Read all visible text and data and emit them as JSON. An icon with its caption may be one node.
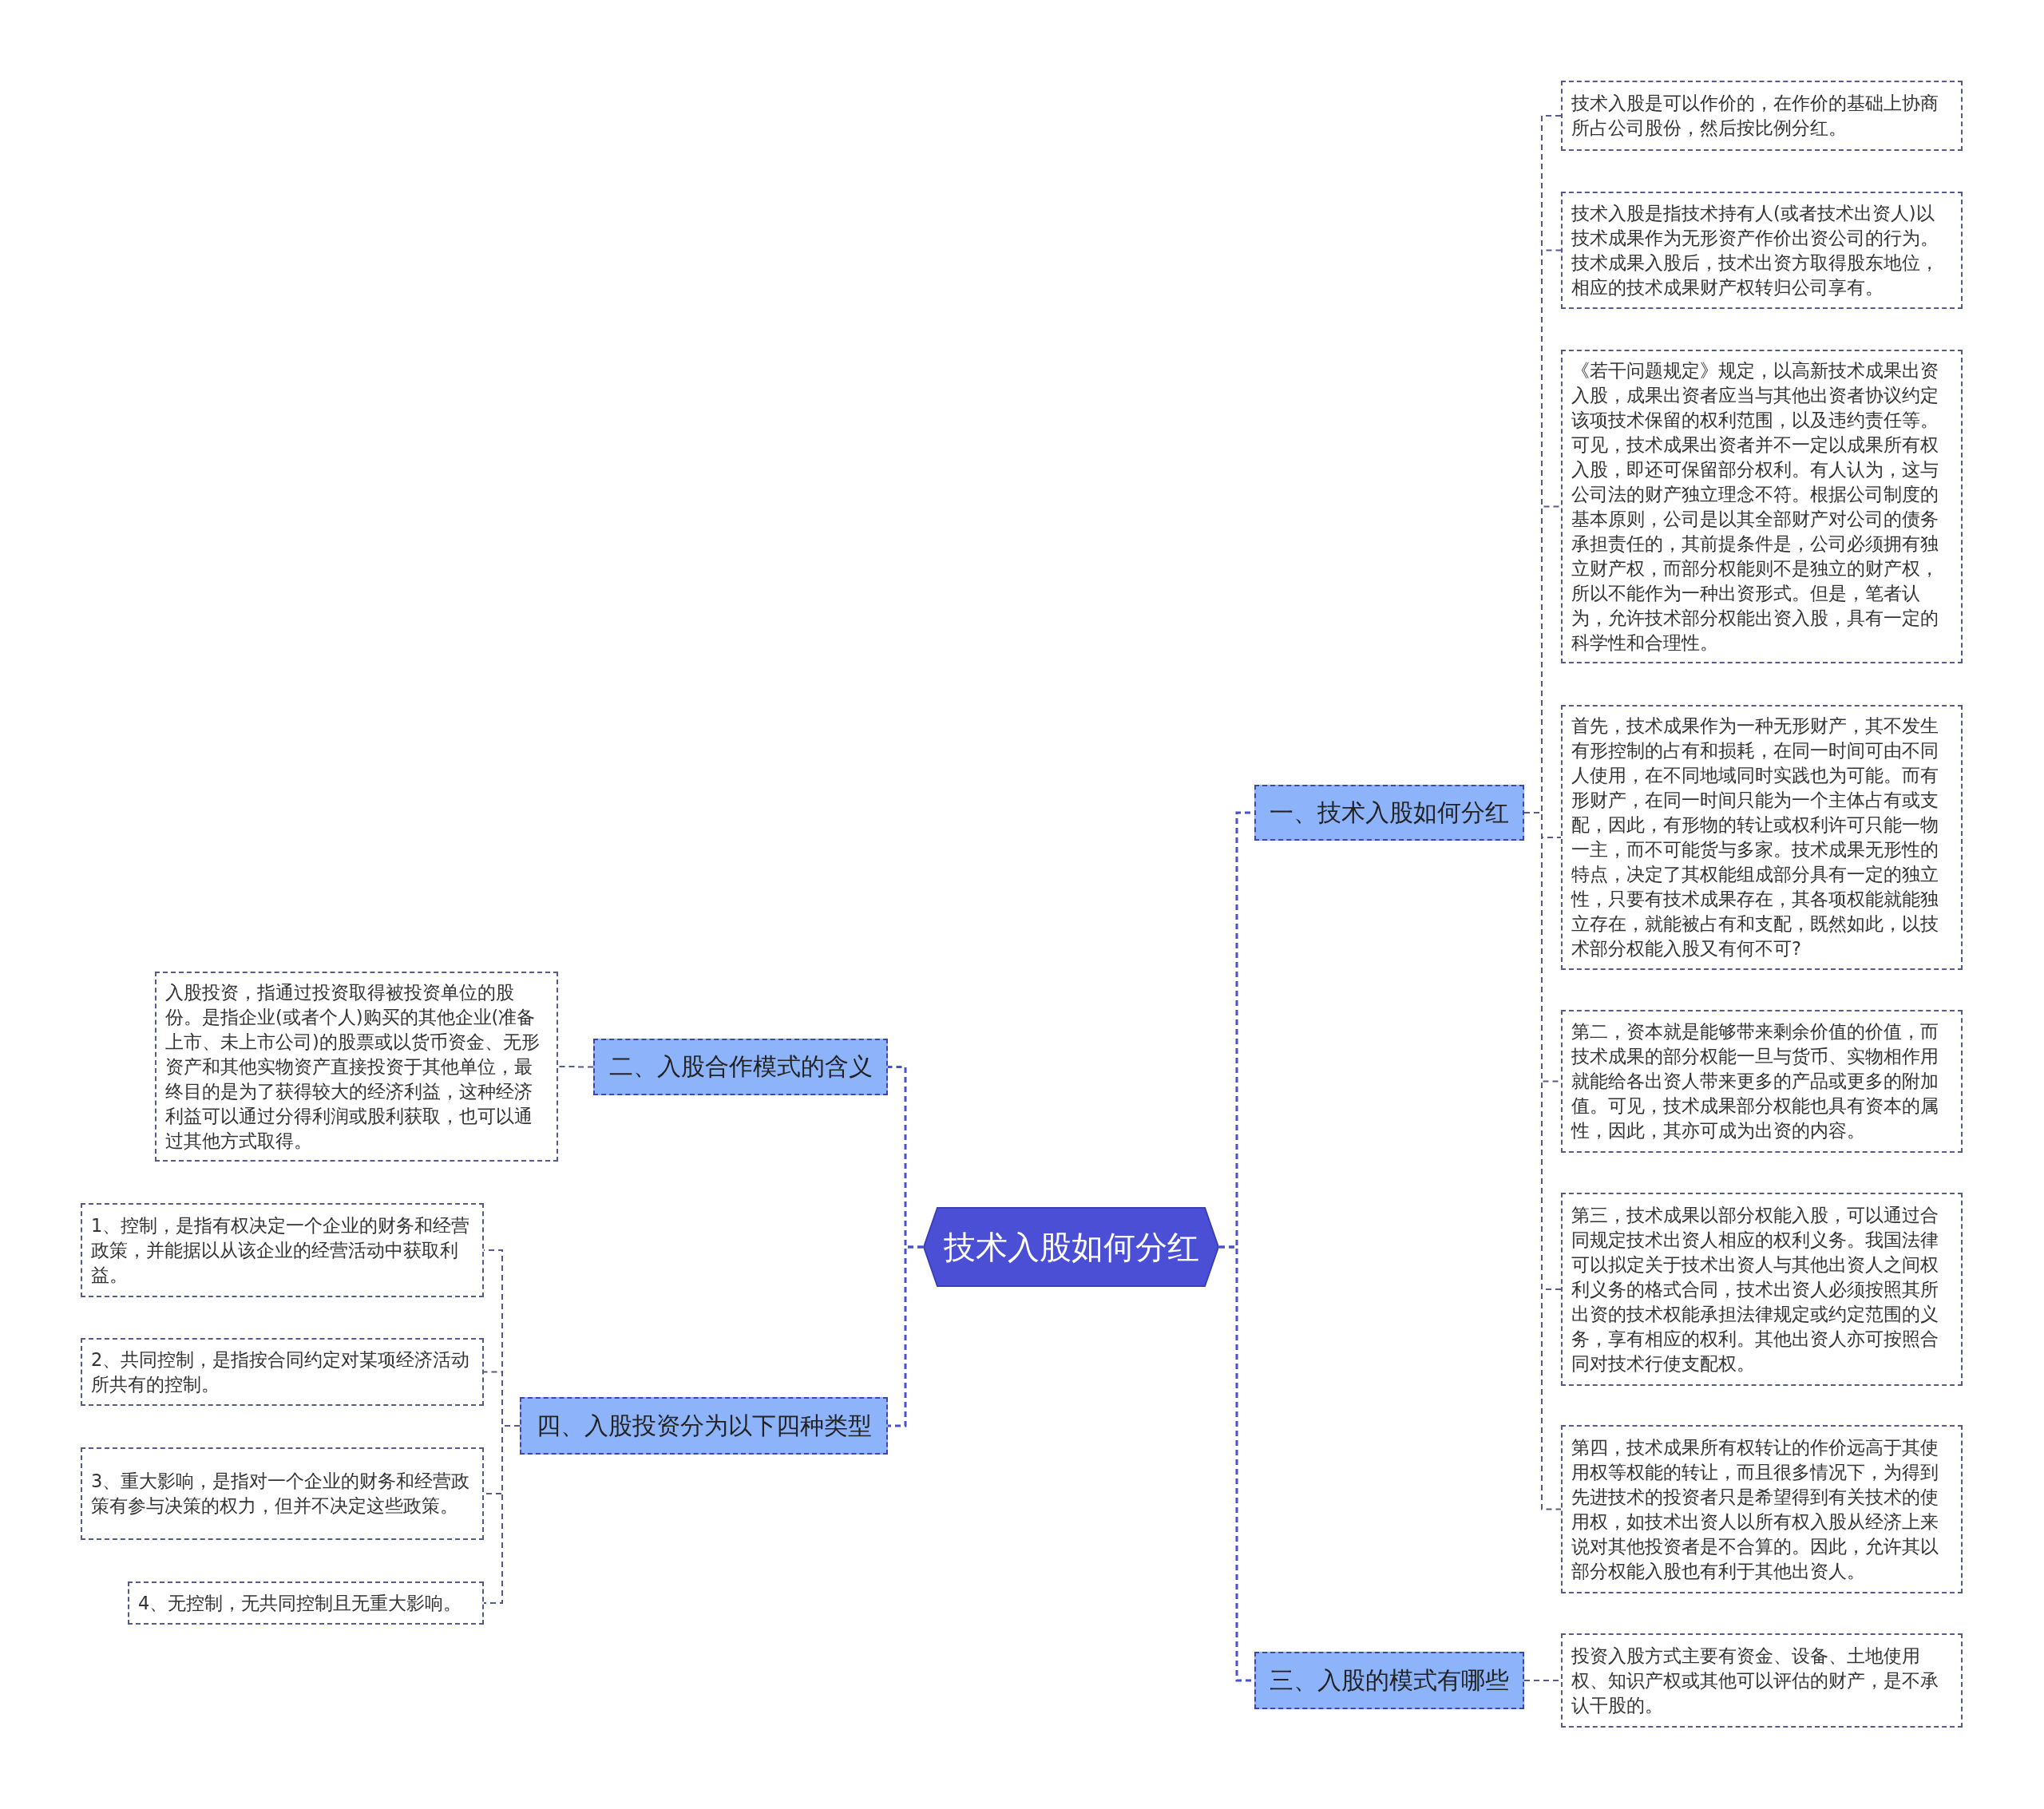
{
  "diagram": {
    "nodes": [
      {
        "text": [
          "技术入股如何分红"
        ]
      },
      {
        "text": [
          "一、技术入股如何分红"
        ]
      },
      {
        "text": [
          "技术入股是可以作价的，在作价的基础上协商所占公司股份，然后按比例分红。"
        ]
      },
      {
        "text": [
          "技术入股是指技术持有人(或者技术出资人)以技术成果作为无形资产作价出资公司的行为。技术成果入股后，技术出资方取得股东地位，相应的技术成果财产权转归公司享有。"
        ]
      },
      {
        "text": [
          "《若干问题规定》规定，以高新技术成果出资入股，成果出资者应当与其他出资者协议约定该项技术保留的权利范围，以及违约责任等。可见，技术成果出资者并不一定以成果所有权入股，即还可保留部分权利。有人认为，这与公司法的财产独立理念不符。根据公司制度的基本原则，公司是以其全部财产对公司的债务承担责任的，其前提条件是，公司必须拥有独立财产权，而部分权能则不是独立的财产权，所以不能作为一种出资形式。但是，笔者认为，允许技术部分权能出资入股，具有一定的科学性和合理性。"
        ]
      },
      {
        "text": [
          "首先，技术成果作为一种无形财产，其不发生有形控制的占有和损耗，在同一时间可由不同人使用，在不同地域同时实践也为可能。而有形财产，在同一时间只能为一个主体占有或支配，因此，有形物的转让或权利许可只能一物一主，而不可能货与多家。技术成果无形性的特点，决定了其权能组成部分具有一定的独立性，只要有技术成果存在，其各项权能就能独立存在，就能被占有和支配，既然如此，以技术部分权能入股又有何不可?"
        ]
      },
      {
        "text": [
          "第二，资本就是能够带来剩余价值的价值，而技术成果的部分权能一旦与货币、实物相作用就能给各出资人带来更多的产品或更多的附加值。可见，技术成果部分权能也具有资本的属性，因此，其亦可成为出资的内容。"
        ]
      },
      {
        "text": [
          "第三，技术成果以部分权能入股，可以通过合同规定技术出资人相应的权利义务。我国法律可以拟定关于技术出资人与其他出资人之间权利义务的格式合同，技术出资人必须按照其所出资的技术权能承担法律规定或约定范围的义务，享有相应的权利。其他出资人亦可按照合同对技术行使支配权。"
        ]
      },
      {
        "text": [
          "第四，技术成果所有权转让的作价远高于其使用权等权能的转让，而且很多情况下，为得到先进技术的投资者只是希望得到有关技术的使用权，如技术出资人以所有权入股从经济上来说对其他投资者是不合算的。因此，允许其以部分权能入股也有利于其他出资人。"
        ]
      },
      {
        "text": [
          "三、入股的模式有哪些"
        ]
      },
      {
        "text": [
          "投资入股方式主要有资金、设备、土地使用权、知识产权或其他可以评估的财产，是不承认干股的。"
        ]
      },
      {
        "text": [
          "二、入股合作模式的含义"
        ]
      },
      {
        "text": [
          "入股投资，指通过投资取得被投资单位的股份。是指企业(或者个人)购买的其他企业(准备上市、未上市公司)的股票或以货币资金、无形资产和其他实物资产直接投资于其他单位，最终目的是为了获得较大的经济利益，这种经济利益可以通过分得利润或股利获取，也可以通过其他方式取得。"
        ]
      },
      {
        "text": [
          "四、入股投资分为以下四种类型"
        ]
      },
      {
        "text": [
          "1、控制，是指有权决定一个企业的财务和经营政策，并能据以从该企业的经营活动中获取利益。"
        ]
      },
      {
        "text": [
          "2、共同控制，是指按合同约定对某项经济活动所共有的控制。"
        ]
      },
      {
        "text": [
          "3、重大影响，是指对一个企业的财务和经营政策有参与决策的权力，但并不决定这些政策。"
        ]
      },
      {
        "text": [
          "4、无控制，无共同控制且无重大影响。"
        ]
      }
    ],
    "edges": [
      {
        "from": 0,
        "to": 1,
        "arrow": "none",
        "style": "dashed",
        "color": "#4b50d0"
      },
      {
        "from": 1,
        "to": 2,
        "arrow": "none",
        "style": "dashed"
      },
      {
        "from": 1,
        "to": 3,
        "arrow": "none",
        "style": "dashed"
      },
      {
        "from": 1,
        "to": 4,
        "arrow": "none",
        "style": "dashed"
      },
      {
        "from": 1,
        "to": 5,
        "arrow": "none",
        "style": "dashed"
      },
      {
        "from": 1,
        "to": 6,
        "arrow": "none",
        "style": "dashed"
      },
      {
        "from": 1,
        "to": 7,
        "arrow": "none",
        "style": "dashed"
      },
      {
        "from": 1,
        "to": 8,
        "arrow": "none",
        "style": "dashed"
      },
      {
        "from": 0,
        "to": 9,
        "arrow": "none",
        "style": "dashed",
        "color": "#4b50d0"
      },
      {
        "from": 9,
        "to": 10,
        "arrow": "none",
        "style": "dashed"
      },
      {
        "from": 0,
        "to": 11,
        "arrow": "none",
        "style": "dashed",
        "color": "#4b50d0"
      },
      {
        "from": 11,
        "to": 12,
        "arrow": "none",
        "style": "dashed"
      },
      {
        "from": 0,
        "to": 13,
        "arrow": "none",
        "style": "dashed",
        "color": "#4b50d0"
      },
      {
        "from": 13,
        "to": 14,
        "arrow": "none",
        "style": "dashed"
      },
      {
        "from": 13,
        "to": 15,
        "arrow": "none",
        "style": "dashed"
      },
      {
        "from": 13,
        "to": 16,
        "arrow": "none",
        "style": "dashed"
      },
      {
        "from": 13,
        "to": 17,
        "arrow": "none",
        "style": "dashed"
      }
    ]
  }
}
